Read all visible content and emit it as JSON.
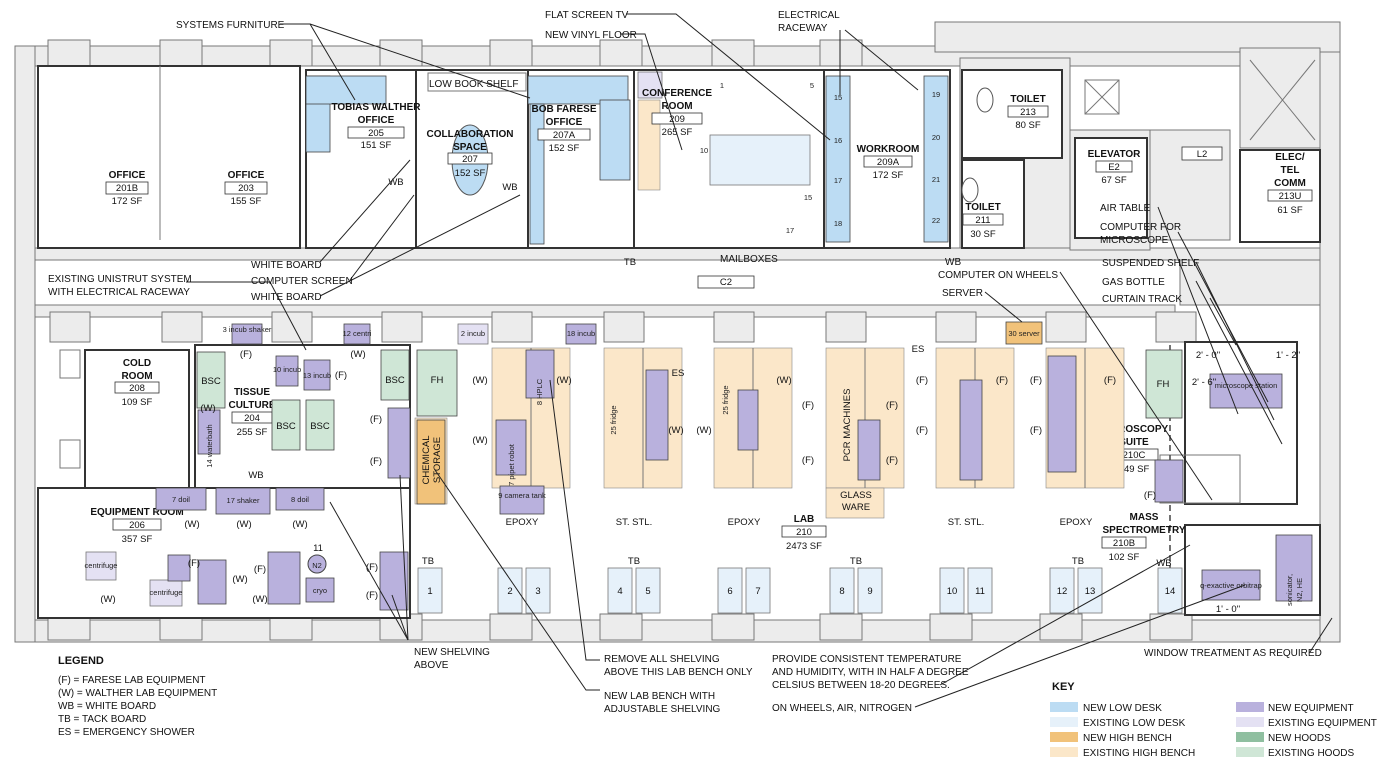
{
  "rooms": {
    "office_201b": {
      "name": "OFFICE",
      "num": "201B",
      "sf": "172 SF"
    },
    "office_203": {
      "name": "OFFICE",
      "num": "203",
      "sf": "155 SF"
    },
    "tobias_205": {
      "name1": "TOBIAS WALTHER",
      "name2": "OFFICE",
      "num": "205",
      "sf": "151 SF"
    },
    "collab_207": {
      "name": "COLLABORATION",
      "name2": "SPACE",
      "num": "207",
      "sf": "152 SF"
    },
    "bob_207a": {
      "name1": "BOB FARESE",
      "name2": "OFFICE",
      "num": "207A",
      "sf": "152 SF"
    },
    "conf_209": {
      "name1": "CONFERENCE",
      "name2": "ROOM",
      "num": "209",
      "sf": "265 SF"
    },
    "workroom_209a": {
      "name": "WORKROOM",
      "num": "209A",
      "sf": "172 SF"
    },
    "toilet_213": {
      "name": "TOILET",
      "num": "213",
      "sf": "80 SF"
    },
    "toilet_211": {
      "name": "TOILET",
      "num": "211",
      "sf": "30 SF"
    },
    "elevator_e2": {
      "name": "ELEVATOR",
      "num": "E2",
      "sf": "67 SF"
    },
    "l2": {
      "num": "L2"
    },
    "elec_213u": {
      "name1": "ELEC/",
      "name2": "TEL",
      "name3": "COMM",
      "num": "213U",
      "sf": "61 SF"
    },
    "corridor_c2": {
      "num": "C2"
    },
    "cold_208": {
      "name1": "COLD",
      "name2": "ROOM",
      "num": "208",
      "sf": "109 SF"
    },
    "tissue_204": {
      "name1": "TISSUE",
      "name2": "CULTURE",
      "num": "204",
      "sf": "255 SF"
    },
    "equip_206": {
      "name": "EQUIPMENT ROOM",
      "num": "206",
      "sf": "357 SF"
    },
    "lab_210": {
      "name": "LAB",
      "num": "210",
      "sf": "2473 SF"
    },
    "micro_210c": {
      "name1": "MICROSCOPY",
      "name2": "SUITE",
      "num": "210C",
      "sf": "149 SF"
    },
    "mass_210b": {
      "name1": "MASS",
      "name2": "SPECTROMETRY",
      "num": "210B",
      "sf": "102 SF"
    }
  },
  "annotations": {
    "systems_furniture": "SYSTEMS FURNITURE",
    "flat_screen": "FLAT SCREEN TV",
    "vinyl_floor": "NEW VINYL FLOOR",
    "raceway1": "ELECTRICAL",
    "raceway2": "RACEWAY",
    "low_book_shelf": "LOW BOOK SHELF",
    "white_board_a": "WHITE BOARD",
    "computer_screen": "COMPUTER SCREEN",
    "white_board_b": "WHITE BOARD",
    "unistrut1": "EXISTING UNISTRUT SYSTEM",
    "unistrut2": "WITH ELECTRICAL RACEWAY",
    "tb": "TB",
    "mailboxes": "MAILBOXES",
    "wb": "WB",
    "computer_wheels": "COMPUTER ON WHEELS",
    "server": "SERVER",
    "air_table": "AIR TABLE",
    "computer_micro1": "COMPUTER FOR",
    "computer_micro2": "MICROSCOPE",
    "suspended_shelf": "SUSPENDED SHELF",
    "gas_bottle": "GAS BOTTLE",
    "curtain_track": "CURTAIN TRACK",
    "es": "ES",
    "new_shelving1": "NEW SHELVING",
    "new_shelving2": "ABOVE",
    "remove_shelving1": "REMOVE ALL SHELVING",
    "remove_shelving2": "ABOVE THIS LAB BENCH ONLY",
    "new_bench1": "NEW LAB BENCH WITH",
    "new_bench2": "ADJUSTABLE SHELVING",
    "temp1": "PROVIDE CONSISTENT TEMPERATURE",
    "temp2": "AND HUMIDITY, WITH IN HALF A DEGREE",
    "temp3": "CELSIUS BETWEEN 18-20 DEGREES.",
    "wheels_air": "ON WHEELS, AIR, NITROGEN",
    "window_treatment": "WINDOW TREATMENT AS REQUIRED",
    "dim_2_0": "2' - 0\"",
    "dim_1_2": "1' - 2\"",
    "dim_2_6": "2' - 6\"",
    "dim_1_0": "1' - 0\""
  },
  "bench_labels": {
    "epoxy1": "EPOXY",
    "ststl1": "ST. STL.",
    "epoxy2": "EPOXY",
    "glass1": "GLASS",
    "glass2": "WARE",
    "ststl2": "ST. STL.",
    "epoxy3": "EPOXY",
    "pcr": "PCR MACHINES",
    "chem1": "CHEMICAL",
    "chem2": "STORAGE"
  },
  "hoods": {
    "bsc": "BSC",
    "fh": "FH"
  },
  "desk_numbers": [
    "1",
    "2",
    "3",
    "4",
    "5",
    "6",
    "7",
    "8",
    "9",
    "10",
    "11",
    "12",
    "13",
    "14"
  ],
  "workroom_desks": [
    "15",
    "16",
    "17",
    "18",
    "19",
    "20",
    "21",
    "22"
  ],
  "conference_labels": {
    "n1": "1",
    "n5": "5",
    "n10": "10",
    "n15": "15",
    "n17": "17"
  },
  "equipment": {
    "incub_shaker": "3 incub shaker",
    "centri12": "12 centri",
    "incub2": "2 incub",
    "incub18": "18 incub",
    "server30": "30 server",
    "incub10": "10 incub",
    "incub13": "13 incub",
    "hplc": "8 HPLC",
    "camera_tank": "9 camera tank",
    "robot": "7 pipet robot",
    "waterbath": "14 waterbath",
    "doil7": "7 doil",
    "shaker17": "17 shaker",
    "doil8": "8 doil",
    "centri_eq": "centrifuge",
    "n2": "N2",
    "sonicator1": "sonicator,",
    "sonicator2": "N2, HE",
    "qexactive": "q-exactive orbitrap",
    "microscope_station": "microscope station",
    "fridge25a": "25 fridge",
    "fridge25b": "25 fridge",
    "cryo": "cryo",
    "num11": "11"
  },
  "tags": {
    "f": "(F)",
    "w": "(W)"
  },
  "legend": {
    "title": "LEGEND",
    "items": [
      "(F) = FARESE LAB EQUIPMENT",
      "(W) = WALTHER LAB EQUIPMENT",
      "WB = WHITE BOARD",
      "TB = TACK BOARD",
      "ES = EMERGENCY SHOWER"
    ]
  },
  "key": {
    "title": "KEY",
    "items": [
      {
        "label": "NEW LOW DESK",
        "color": "#bcdcf3"
      },
      {
        "label": "EXISTING LOW DESK",
        "color": "#e6f1fa"
      },
      {
        "label": "NEW  HIGH BENCH",
        "color": "#f1c27a"
      },
      {
        "label": "EXISTING  HIGH BENCH",
        "color": "#fbe7c9"
      },
      {
        "label": "NEW EQUIPMENT",
        "color": "#b9b1dd"
      },
      {
        "label": "EXISTING EQUIPMENT",
        "color": "#e4e1f3"
      },
      {
        "label": "NEW HOODS",
        "color": "#8fbfa0"
      },
      {
        "label": "EXISTING HOODS",
        "color": "#cfe6d6"
      }
    ]
  }
}
